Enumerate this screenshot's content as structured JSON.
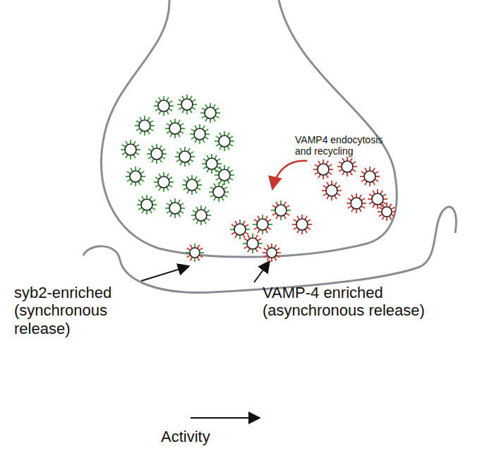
{
  "diagram": {
    "labels": [
      "VAMP4 endocytosis and recycling",
      "syb2-enriched (synchronous release)",
      "VAMP-4 enriched (asynchronous release)",
      "Activity"
    ]
  }
}
